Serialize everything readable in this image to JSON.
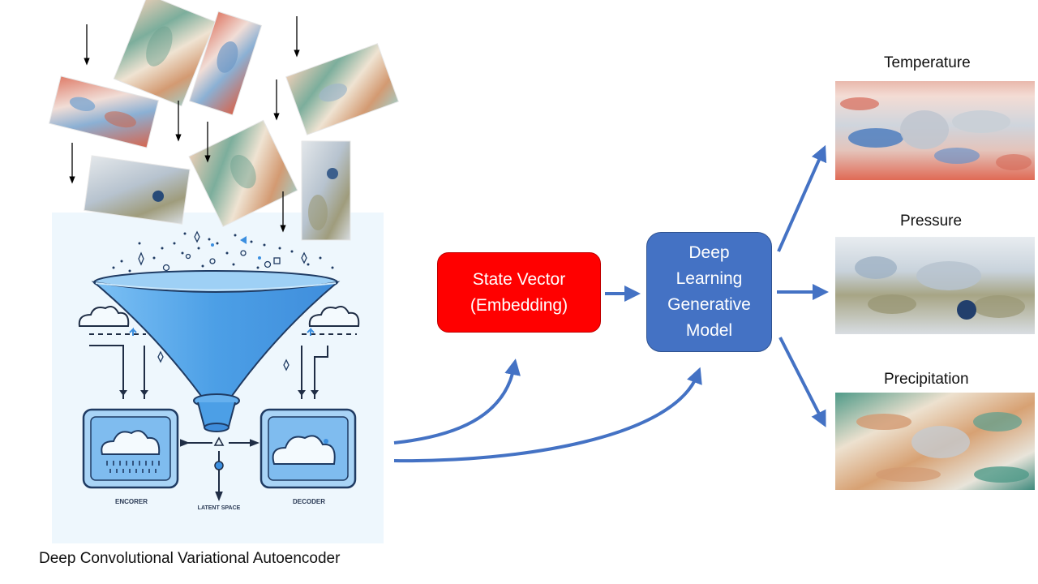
{
  "caption": "Deep Convolutional Variational Autoencoder",
  "state_vector": {
    "line1": "State Vector",
    "line2": "(Embedding)"
  },
  "generative_model": {
    "line1": "Deep",
    "line2": "Learning",
    "line3": "Generative",
    "line4": "Model"
  },
  "outputs": {
    "temperature": "Temperature",
    "pressure": "Pressure",
    "precipitation": "Precipitation"
  },
  "vae_labels": {
    "encoder": "ENCORER",
    "latent": "LATENT SPACE",
    "decoder": "DECODER"
  },
  "colors": {
    "state_box": "#ff0000",
    "model_box": "#4472c4",
    "arrow": "#4472c4",
    "funnel": "#5aa7ea",
    "panel_bg": "#eef7fd"
  }
}
